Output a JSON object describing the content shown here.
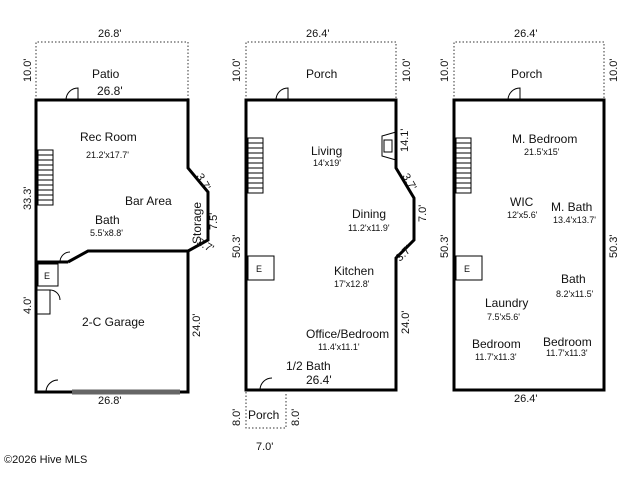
{
  "footer": {
    "copyright": "©2026 Hive MLS"
  },
  "floor1": {
    "top_width": "26.8'",
    "patio_depth": "10.0'",
    "patio_label": "Patio",
    "patio_width": "26.8'",
    "rec_room_label": "Rec Room",
    "rec_room_size": "21.2'x17.7'",
    "bar_area_label": "Bar Area",
    "bath_label": "Bath",
    "bath_size": "5.5'x8.8'",
    "storage_label": "Storage",
    "storage_dim_top": "3.7'",
    "storage_dim_mid": "7.5'",
    "storage_dim_bottom": "3.7'",
    "left_dim_upper": "33.3'",
    "left_dim_lower": "4.0'",
    "garage_label": "2-C Garage",
    "garage_depth": "24.0'",
    "bottom_width": "26.8'",
    "e_label": "E"
  },
  "floor2": {
    "top_width": "26.4'",
    "porch_label": "Porch",
    "porch_depth_left": "10.0'",
    "porch_depth_right": "10.0'",
    "living_label": "Living",
    "living_size": "14'x19'",
    "fireplace_dim": "14.1'",
    "dining_label": "Dining",
    "dining_size": "11.2'x11.9'",
    "bay_dim_top": "3.7'",
    "bay_dim_mid": "7.0'",
    "bay_dim_bottom": "3.7'",
    "left_dim": "50.3'",
    "kitchen_label": "Kitchen",
    "kitchen_size": "17'x12.8'",
    "office_label": "Office/Bedroom",
    "office_size": "11.4'x11.1'",
    "right_dim_lower": "24.0'",
    "half_bath_label": "1/2 Bath",
    "bottom_width": "26.4'",
    "small_porch_label": "Porch",
    "small_porch_left": "8.0'",
    "small_porch_right": "8.0'",
    "small_porch_width": "7.0'",
    "e_label": "E"
  },
  "floor3": {
    "top_width": "26.4'",
    "porch_label": "Porch",
    "porch_depth_left": "10.0'",
    "porch_depth_right": "10.0'",
    "master_label": "M. Bedroom",
    "master_size": "21.5'x15'",
    "wic_label": "WIC",
    "wic_size": "12'x5.6'",
    "mbath_label": "M. Bath",
    "mbath_size": "13.4'x13.7'",
    "left_dim": "50.3'",
    "right_dim": "50.3'",
    "bath_label": "Bath",
    "bath_size": "8.2'x11.5'",
    "laundry_label": "Laundry",
    "laundry_size": "7.5'x5.6'",
    "bedroom1_label": "Bedroom",
    "bedroom1_size": "11.7'x11.3'",
    "bedroom2_label": "Bedroom",
    "bedroom2_size": "11.7'x11.3'",
    "bottom_width": "26.4'",
    "e_label": "E"
  }
}
